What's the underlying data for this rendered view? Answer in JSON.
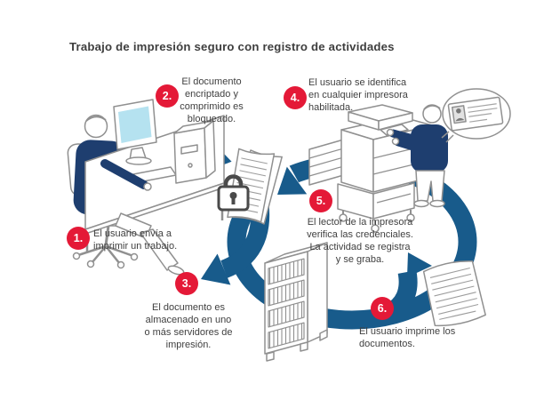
{
  "title": "Trabajo de impresión seguro con registro de actividades",
  "colors": {
    "arrow_blue": "#185b8b",
    "badge_red": "#e41937",
    "text_dark": "#404040",
    "outline_gray": "#909090",
    "screen_blue": "#b5e2f0",
    "sweater_navy": "#1e3e6f"
  },
  "steps": [
    {
      "number": "1.",
      "text": "El usuario envía a\nimprimir un trabajo."
    },
    {
      "number": "2.",
      "text": "El documento\nencriptado y\ncomprimido es\nbloqueado."
    },
    {
      "number": "3.",
      "text": "El documento es\nalmacenado en uno\no más servidores de\nimpresión."
    },
    {
      "number": "4.",
      "text": "El usuario se identifica\nen cualquier impresora\nhabilitada."
    },
    {
      "number": "5.",
      "text": "El lector de la impresora\nverifica las credenciales.\nLa actividad se registra\ny se graba."
    },
    {
      "number": "6.",
      "text": "El usuario imprime los\ndocumentos."
    }
  ],
  "illustration": {
    "icons": [
      "user-at-computer-icon",
      "flow-arrow-right-icon",
      "padlock-icon",
      "encrypted-document-icon",
      "flow-arrow-to-server-icon",
      "workflow-loop-icon",
      "print-server-rack-icon",
      "multifunction-printer-icon",
      "user-at-printer-icon",
      "id-card-callout-icon",
      "printed-document-icon"
    ]
  }
}
